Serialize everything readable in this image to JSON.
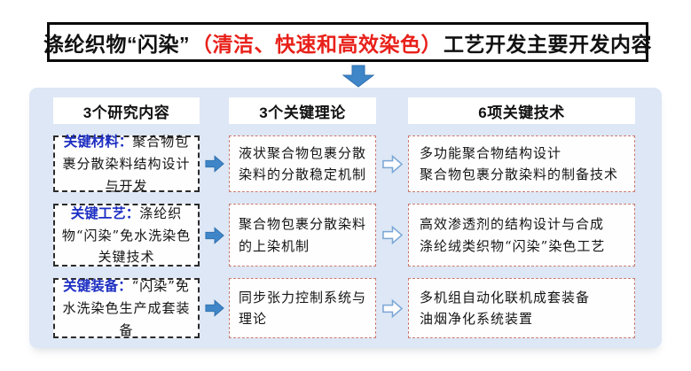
{
  "title": {
    "part1": "涤纶织物“闪染”",
    "part2_red": "（清洁、快速和高效染色）",
    "part3": "工艺开发主要开发内容"
  },
  "panel": {
    "headers": [
      "3个研究内容",
      "3个关键理论",
      "6项关键技术"
    ],
    "rows": [
      {
        "label": "关键材料：",
        "content": "聚合物包裹分散染料结构设计与开发",
        "theory": "液状聚合物包裹分散染料的分散稳定机制",
        "tech1": "多功能聚合物结构设计",
        "tech2": "聚合物包裹分散染料的制备技术"
      },
      {
        "label": "关键工艺：",
        "content": "涤纶织物“闪染”免水洗染色关键技术",
        "theory": "聚合物包裹分散染料的上染机制",
        "tech1": "高效渗透剂的结构设计与合成",
        "tech2": "涤纶绒类织物“闪染”染色工艺"
      },
      {
        "label": "关键装备：",
        "content": "“闪染”免水洗染色生产成套装备",
        "theory": "同步张力控制系统与理论",
        "tech1": "多机组自动化联机成套装备",
        "tech2": "油烟净化系统装置"
      }
    ]
  },
  "colors": {
    "title_red": "#e8211a",
    "label_blue": "#1d2fc2",
    "arrow_blue": "#3e86c8",
    "arrow_blue_edge": "#2f6fae",
    "hollow_arrow_edge": "#7aa6d6",
    "panel_bg": "#dde7f5",
    "dashed_red": "#c97a72"
  }
}
